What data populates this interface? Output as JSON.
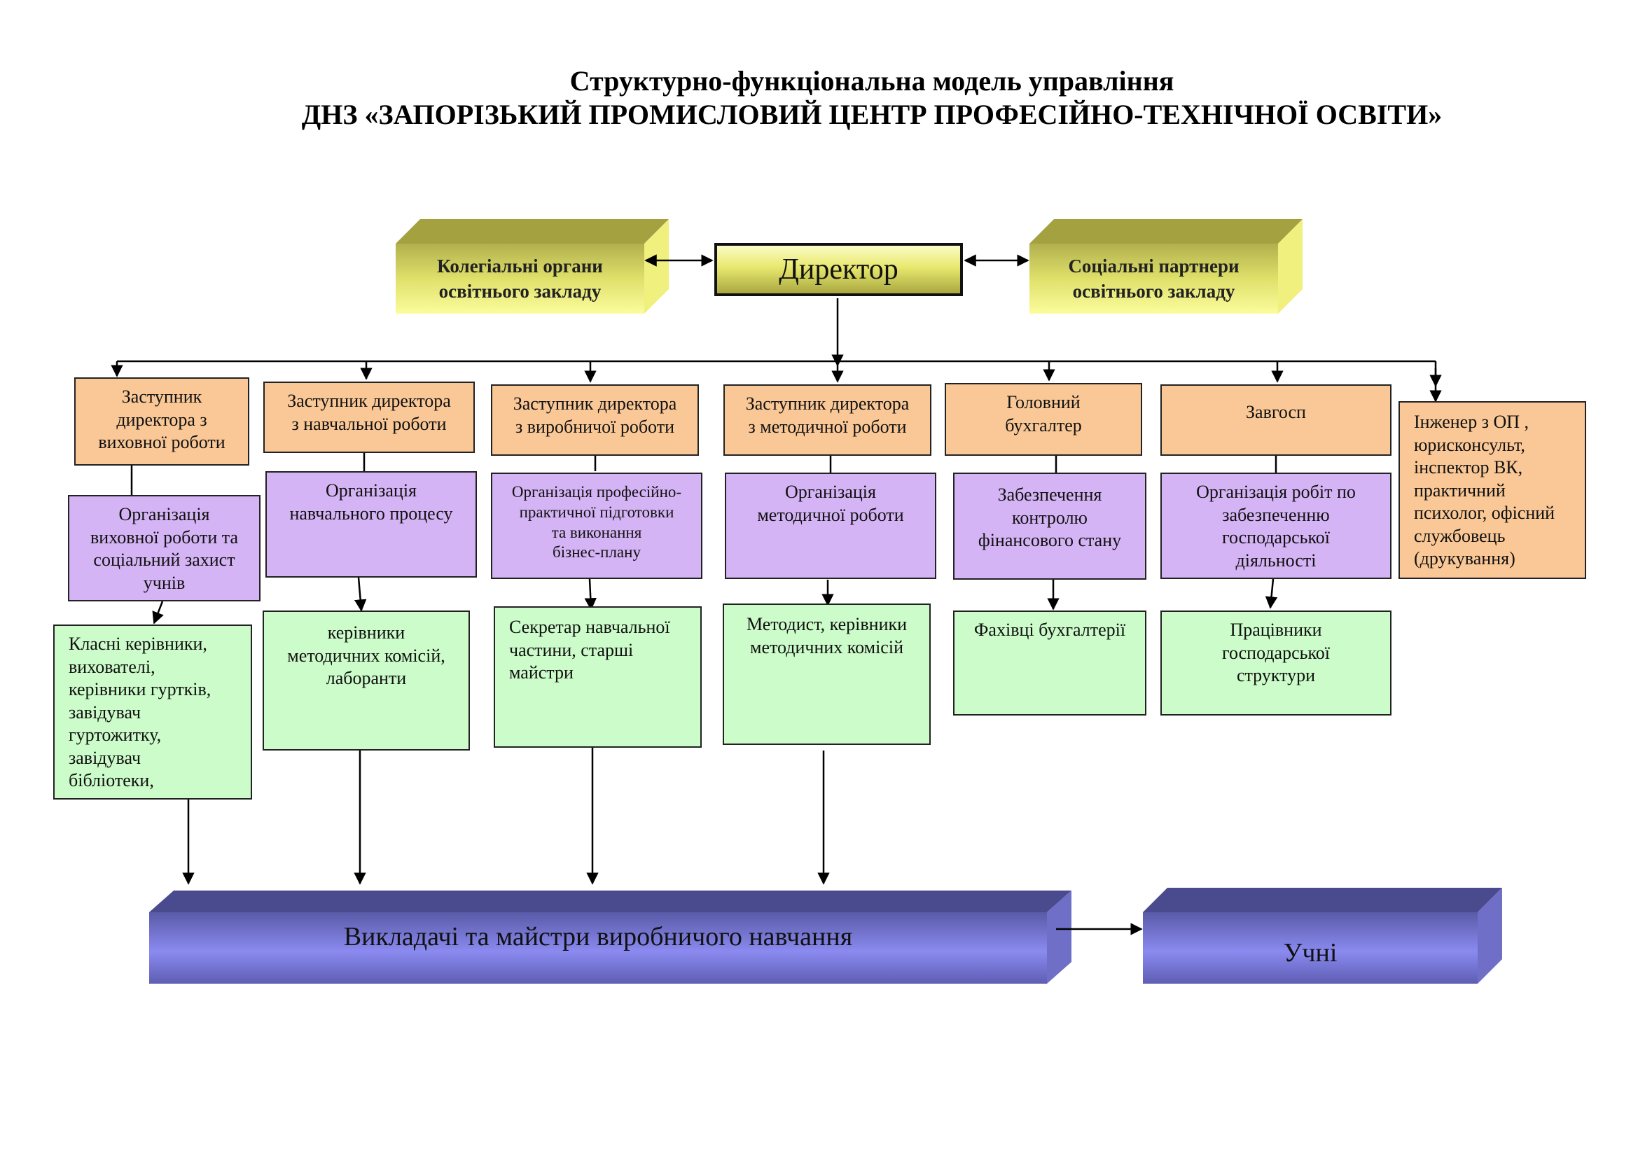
{
  "header": {
    "title_line1": "Структурно-функціональна модель  управління",
    "title_line2": "ДНЗ «ЗАПОРІЗЬКИЙ ПРОМИСЛОВИЙ ЦЕНТР ПРОФЕСІЙНО-ТЕХНІЧНОЇ ОСВІТИ»"
  },
  "top": {
    "collegial": "Колегіальні органи\nосвітнього закладу",
    "director": "Директор",
    "partners": "Соціальні партнери\nосвітнього закладу"
  },
  "deputies": [
    "Заступник\nдиректора  з\nвиховної  роботи",
    "Заступник директора\nз навчальної роботи",
    "Заступник директора\nз виробничої роботи",
    "Заступник директора\nз методичної роботи",
    "Головний\nбухгалтер",
    "Завгосп",
    "Інженер з ОП ,\nюрисконсульт,\nінспектор ВК,\nпрактичний\nпсихолог, офісний\nслужбовець\n(друкування)"
  ],
  "functions": [
    "Організація\nвиховної роботи та\nсоціальний захист\nучнів",
    "Організація\nнавчального процесу",
    "Організація професійно-\nпрактичної підготовки\nта виконання\nбізнес-плану",
    "Організація\nметодичної роботи",
    "Забезпечення\nконтролю\nфінансового стану",
    "Організація робіт по\nзабезпеченню\nгосподарської\nдіяльності"
  ],
  "staff": [
    "Класні керівники,\nвихователі,\nкерівники гуртків,\nзавідувач\nгуртожитку,\nзавідувач\nбібліотеки,",
    "керівники\nметодичних комісій,\nлаборанти",
    "Секретар навчальної\nчастини, старші\nмайстри",
    "Методист, керівники\nметодичних комісій",
    "Фахівці бухгалтерії",
    "Працівники\nгосподарської\nструктури"
  ],
  "bottom": {
    "teachers": "Викладачі та майстри виробничого навчання",
    "students": "Учні"
  },
  "colors": {
    "deputy": "#fac896",
    "function": "#d5b4f5",
    "staff": "#ccfcca",
    "prism_yellow": "#e8e87a",
    "prism_blue": "#7e7ee6"
  }
}
